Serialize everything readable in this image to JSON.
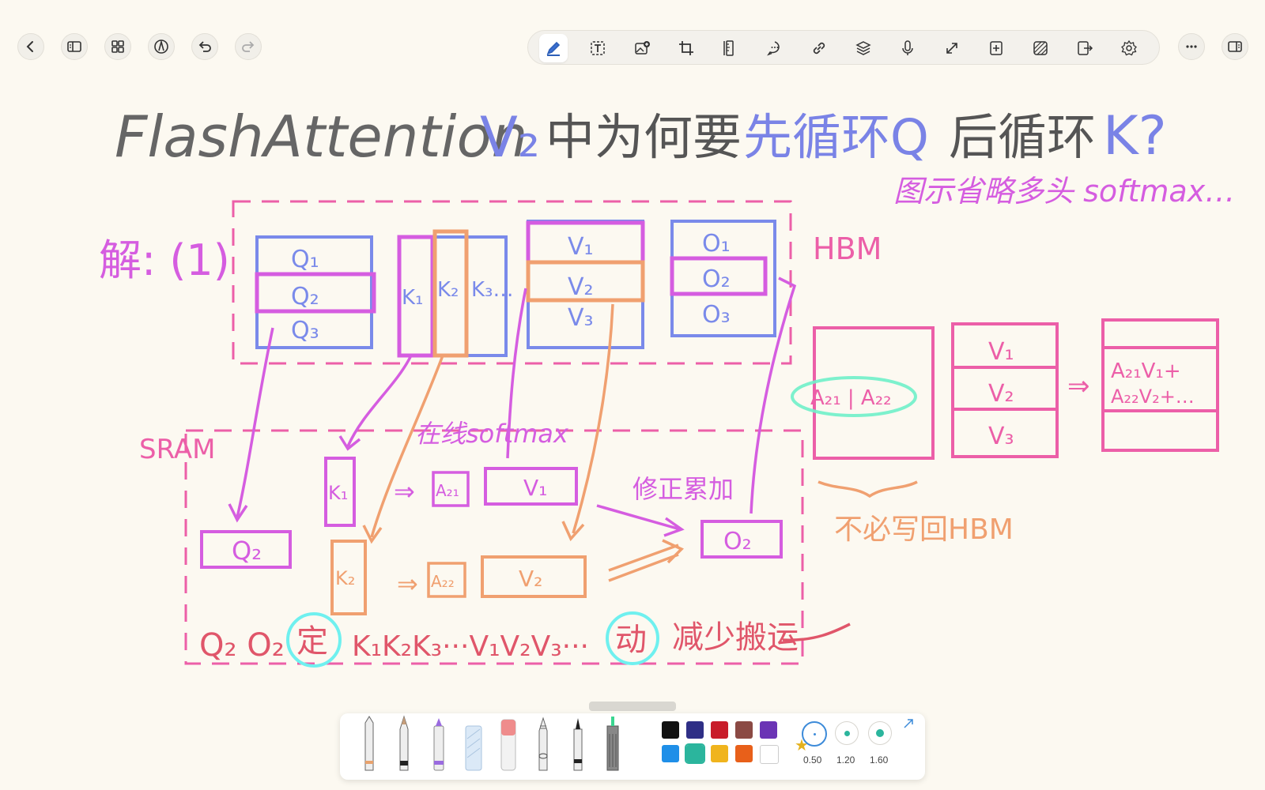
{
  "toolbar_left": [
    {
      "name": "back-icon"
    },
    {
      "name": "sidebar-toggle-icon"
    },
    {
      "name": "grid-view-icon"
    },
    {
      "name": "pen-nib-icon"
    },
    {
      "name": "undo-icon"
    },
    {
      "name": "redo-icon"
    }
  ],
  "toolbar_tools": [
    {
      "name": "pen-tool-icon",
      "active": true
    },
    {
      "name": "text-box-icon"
    },
    {
      "name": "insert-image-icon"
    },
    {
      "name": "crop-icon"
    },
    {
      "name": "ruler-icon"
    },
    {
      "name": "comment-icon"
    },
    {
      "name": "link-icon"
    },
    {
      "name": "layers-icon"
    },
    {
      "name": "microphone-icon"
    },
    {
      "name": "expand-icon"
    },
    {
      "name": "add-page-icon"
    },
    {
      "name": "pattern-icon"
    },
    {
      "name": "export-icon"
    },
    {
      "name": "settings-icon"
    }
  ],
  "toolbar_right": [
    {
      "name": "more-icon"
    },
    {
      "name": "panel-toggle-icon"
    }
  ],
  "note": {
    "title_en": "FlashAttention",
    "title_v2": "V₂",
    "title_zh_1": "中为何要",
    "title_zh_2": "先循环Q",
    "title_zh_3": "后循环",
    "title_k": "K?",
    "side_note": "图示省略多头 softmax…",
    "answer_label": "解: (1)",
    "hbm_label": "HBM",
    "sram_label": "SRAM",
    "q_blocks": [
      "Q₁",
      "Q₂",
      "Q₃"
    ],
    "k_blocks": [
      "K₁",
      "K₂",
      "K₃…"
    ],
    "v_blocks": [
      "V₁",
      "V₂",
      "V₃"
    ],
    "o_blocks": [
      "O₁",
      "O₂",
      "O₃"
    ],
    "sram_q": "Q₂",
    "sram_k1": "K₁",
    "sram_k2": "K₂",
    "sram_a21": "A₂₁",
    "sram_a22": "A₂₂",
    "sram_v1": "V₁",
    "sram_v2": "V₂",
    "sram_o2": "O₂",
    "online_softmax": "在线softmax",
    "correction": "修正累加",
    "arrow": "⇒",
    "right_a": "A₂₁ | A₂₂",
    "right_v": [
      "V₁",
      "V₂",
      "V₃"
    ],
    "right_out_1": "A₂₁V₁+",
    "right_out_2": "A₂₂V₂+…",
    "no_writeback": "不必写回HBM",
    "bottom_1": "Q₂ O₂",
    "bottom_fixed": "定",
    "bottom_2": "K₁K₂K₃···V₁V₂V₃···",
    "bottom_moving": "动",
    "bottom_3": "减少搬运"
  },
  "bottom_tools": {
    "pens": [
      {
        "name": "fountain-pen-icon"
      },
      {
        "name": "pencil-icon"
      },
      {
        "name": "marker-icon"
      },
      {
        "name": "highlighter-icon"
      },
      {
        "name": "eraser-icon"
      },
      {
        "name": "lasso-icon"
      },
      {
        "name": "fineliner-icon"
      },
      {
        "name": "laser-pen-icon"
      }
    ],
    "colors_row1": [
      "#111111",
      "#2f2f86",
      "#c81c2a",
      "#8b4a44",
      "#6b34b5"
    ],
    "colors_row2": [
      "#1f8fe8",
      "#2bb59d",
      "#f0b41d",
      "#e8601a",
      "#ffffff"
    ],
    "widths": [
      "0.50",
      "1.20",
      "1.60"
    ]
  }
}
